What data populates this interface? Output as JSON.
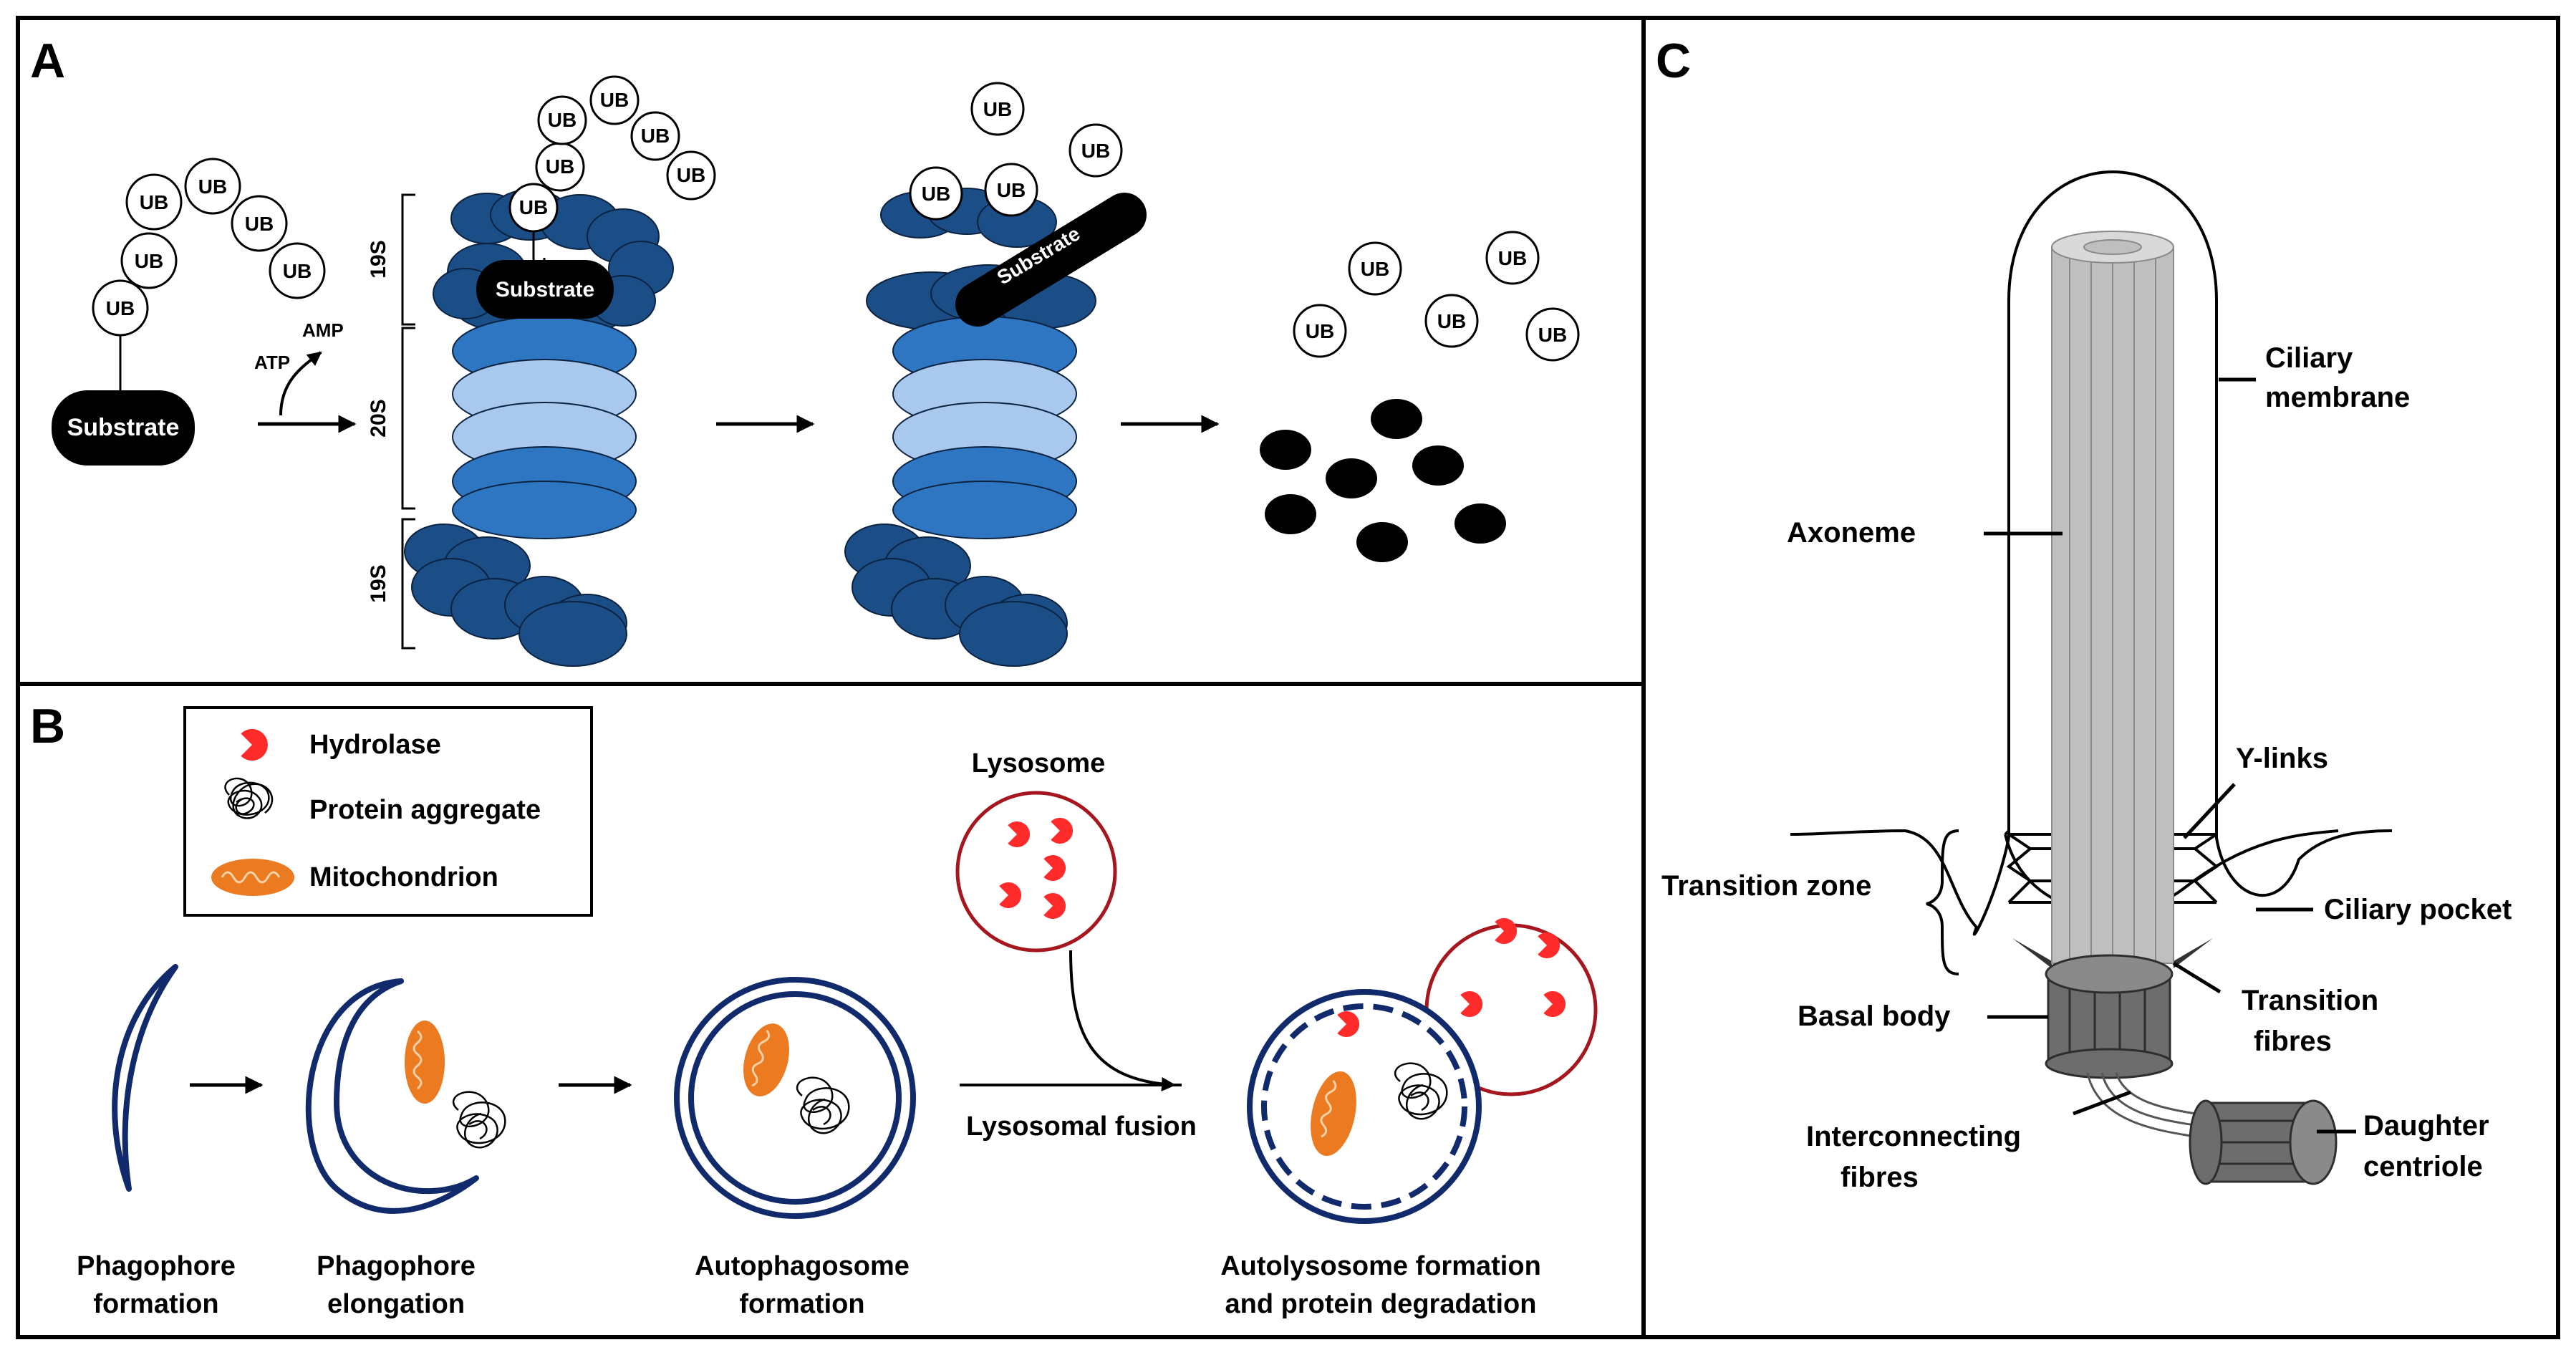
{
  "panels": {
    "a": "A",
    "b": "B",
    "c": "C"
  },
  "panel_a": {
    "ub": "UB",
    "substrate": "Substrate",
    "atp": "ATP",
    "amp": "AMP",
    "cap_top": "19S",
    "core": "20S",
    "cap_bottom": "19S"
  },
  "panel_b": {
    "legend": {
      "hydrolase": "Hydrolase",
      "aggregate": "Protein aggregate",
      "mitochondrion": "Mitochondrion"
    },
    "lysosome": "Lysosome",
    "fusion": "Lysosomal fusion",
    "steps": [
      {
        "line1": "Phagophore",
        "line2": "formation"
      },
      {
        "line1": "Phagophore",
        "line2": "elongation"
      },
      {
        "line1": "Autophagosome",
        "line2": "formation"
      },
      {
        "line1": "Autolysosome formation",
        "line2": "and protein degradation"
      }
    ]
  },
  "panel_c": {
    "ciliary_membrane": {
      "line1": "Ciliary",
      "line2": "membrane"
    },
    "axoneme": "Axoneme",
    "y_links": "Y-links",
    "transition_zone": "Transition zone",
    "ciliary_pocket": "Ciliary pocket",
    "transition_fibres": {
      "line1": "Transition",
      "line2": "fibres"
    },
    "basal_body": "Basal body",
    "interconnecting": {
      "line1": "Interconnecting",
      "line2": "fibres"
    },
    "daughter": {
      "line1": "Daughter",
      "line2": "centriole"
    }
  },
  "colors": {
    "dark_blue": "#1b4e86",
    "mid_blue": "#2e75c2",
    "light_blue": "#a9c8ee",
    "red": "#ff2b2b",
    "orange": "#ec7a21",
    "navy": "#102a6b",
    "lysosome_border": "#a6161e",
    "grey": "#bfbfbf",
    "dark_grey": "#6d6d6d"
  }
}
